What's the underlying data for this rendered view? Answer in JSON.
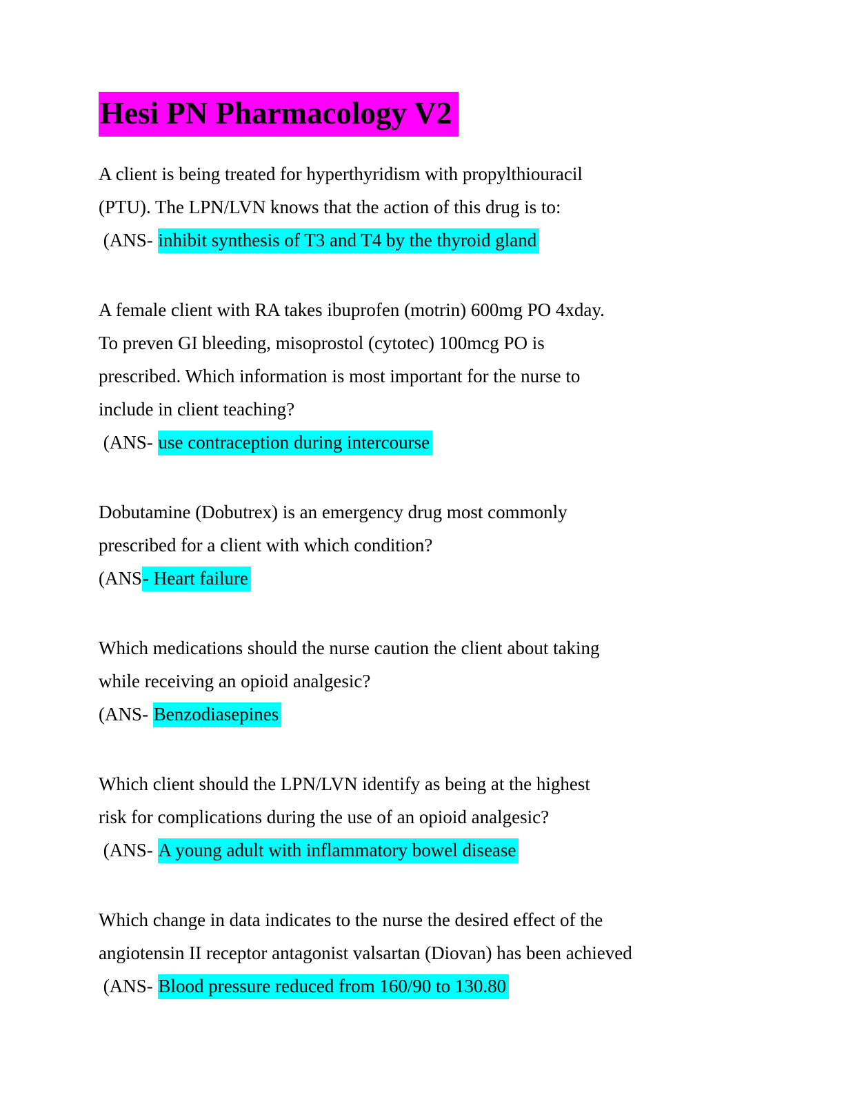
{
  "document": {
    "title": "Hesi PN Pharmacology V2",
    "title_highlight_color": "#FF00FF",
    "answer_highlight_color": "#00FFFF",
    "text_color": "#000000",
    "background_color": "#FFFFFF"
  },
  "questions": [
    {
      "lines": [
        "A client is being treated for hyperthyridism with propylthiouracil",
        "(PTU). The LPN/LVN knows that the action of this drug is to:"
      ],
      "ans_prefix": " (ANS- ",
      "answer": "inhibit synthesis of T3 and T4 by the thyroid gland"
    },
    {
      "lines": [
        "A female client with RA takes ibuprofen (motrin) 600mg PO 4xday.",
        "To preven GI bleeding, misoprostol (cytotec) 100mcg PO is",
        "prescribed. Which information is most important for the nurse to",
        "include in client teaching?"
      ],
      "ans_prefix": " (ANS- ",
      "answer": "use contraception during intercourse"
    },
    {
      "lines": [
        "Dobutamine (Dobutrex) is an emergency drug most commonly",
        "prescribed for a client with which condition?"
      ],
      "ans_prefix": "(ANS",
      "answer": "- Heart failure"
    },
    {
      "lines": [
        "Which medications should the nurse caution the client about taking",
        "while receiving an opioid analgesic?"
      ],
      "ans_prefix": "(ANS- ",
      "answer": "Benzodiasepines"
    },
    {
      "lines": [
        "Which client should the LPN/LVN identify as being at the highest",
        "risk for complications during the use of an opioid analgesic?"
      ],
      "ans_prefix": " (ANS- ",
      "answer": "A young adult with inflammatory bowel disease"
    },
    {
      "lines": [
        "Which change in data indicates to the nurse the desired effect of the",
        "angiotensin II receptor antagonist valsartan (Diovan) has been achieved"
      ],
      "ans_prefix": " (ANS- ",
      "answer": "Blood pressure reduced from 160/90 to 130.80"
    }
  ]
}
